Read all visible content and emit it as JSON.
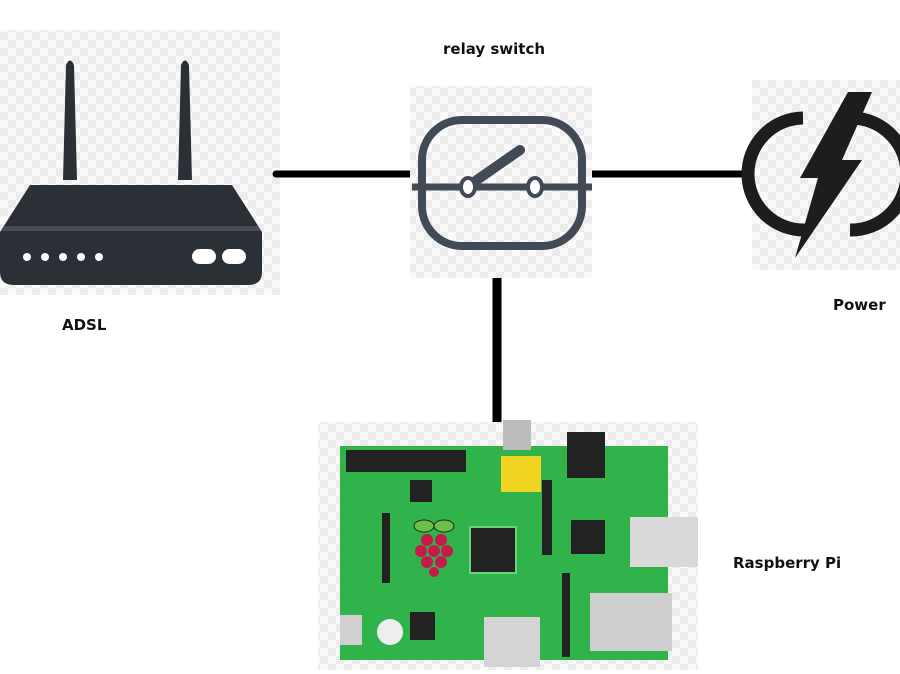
{
  "labels": {
    "relay": "relay switch",
    "adsl": "ADSL",
    "power": "Power",
    "pi": "Raspberry Pi"
  },
  "colors": {
    "icon": "#2b3037",
    "relay": "#414a55",
    "board": "#2fb34a",
    "raspberry": "#c51a4a",
    "leaf": "#6cc04a",
    "line": "#000000"
  }
}
